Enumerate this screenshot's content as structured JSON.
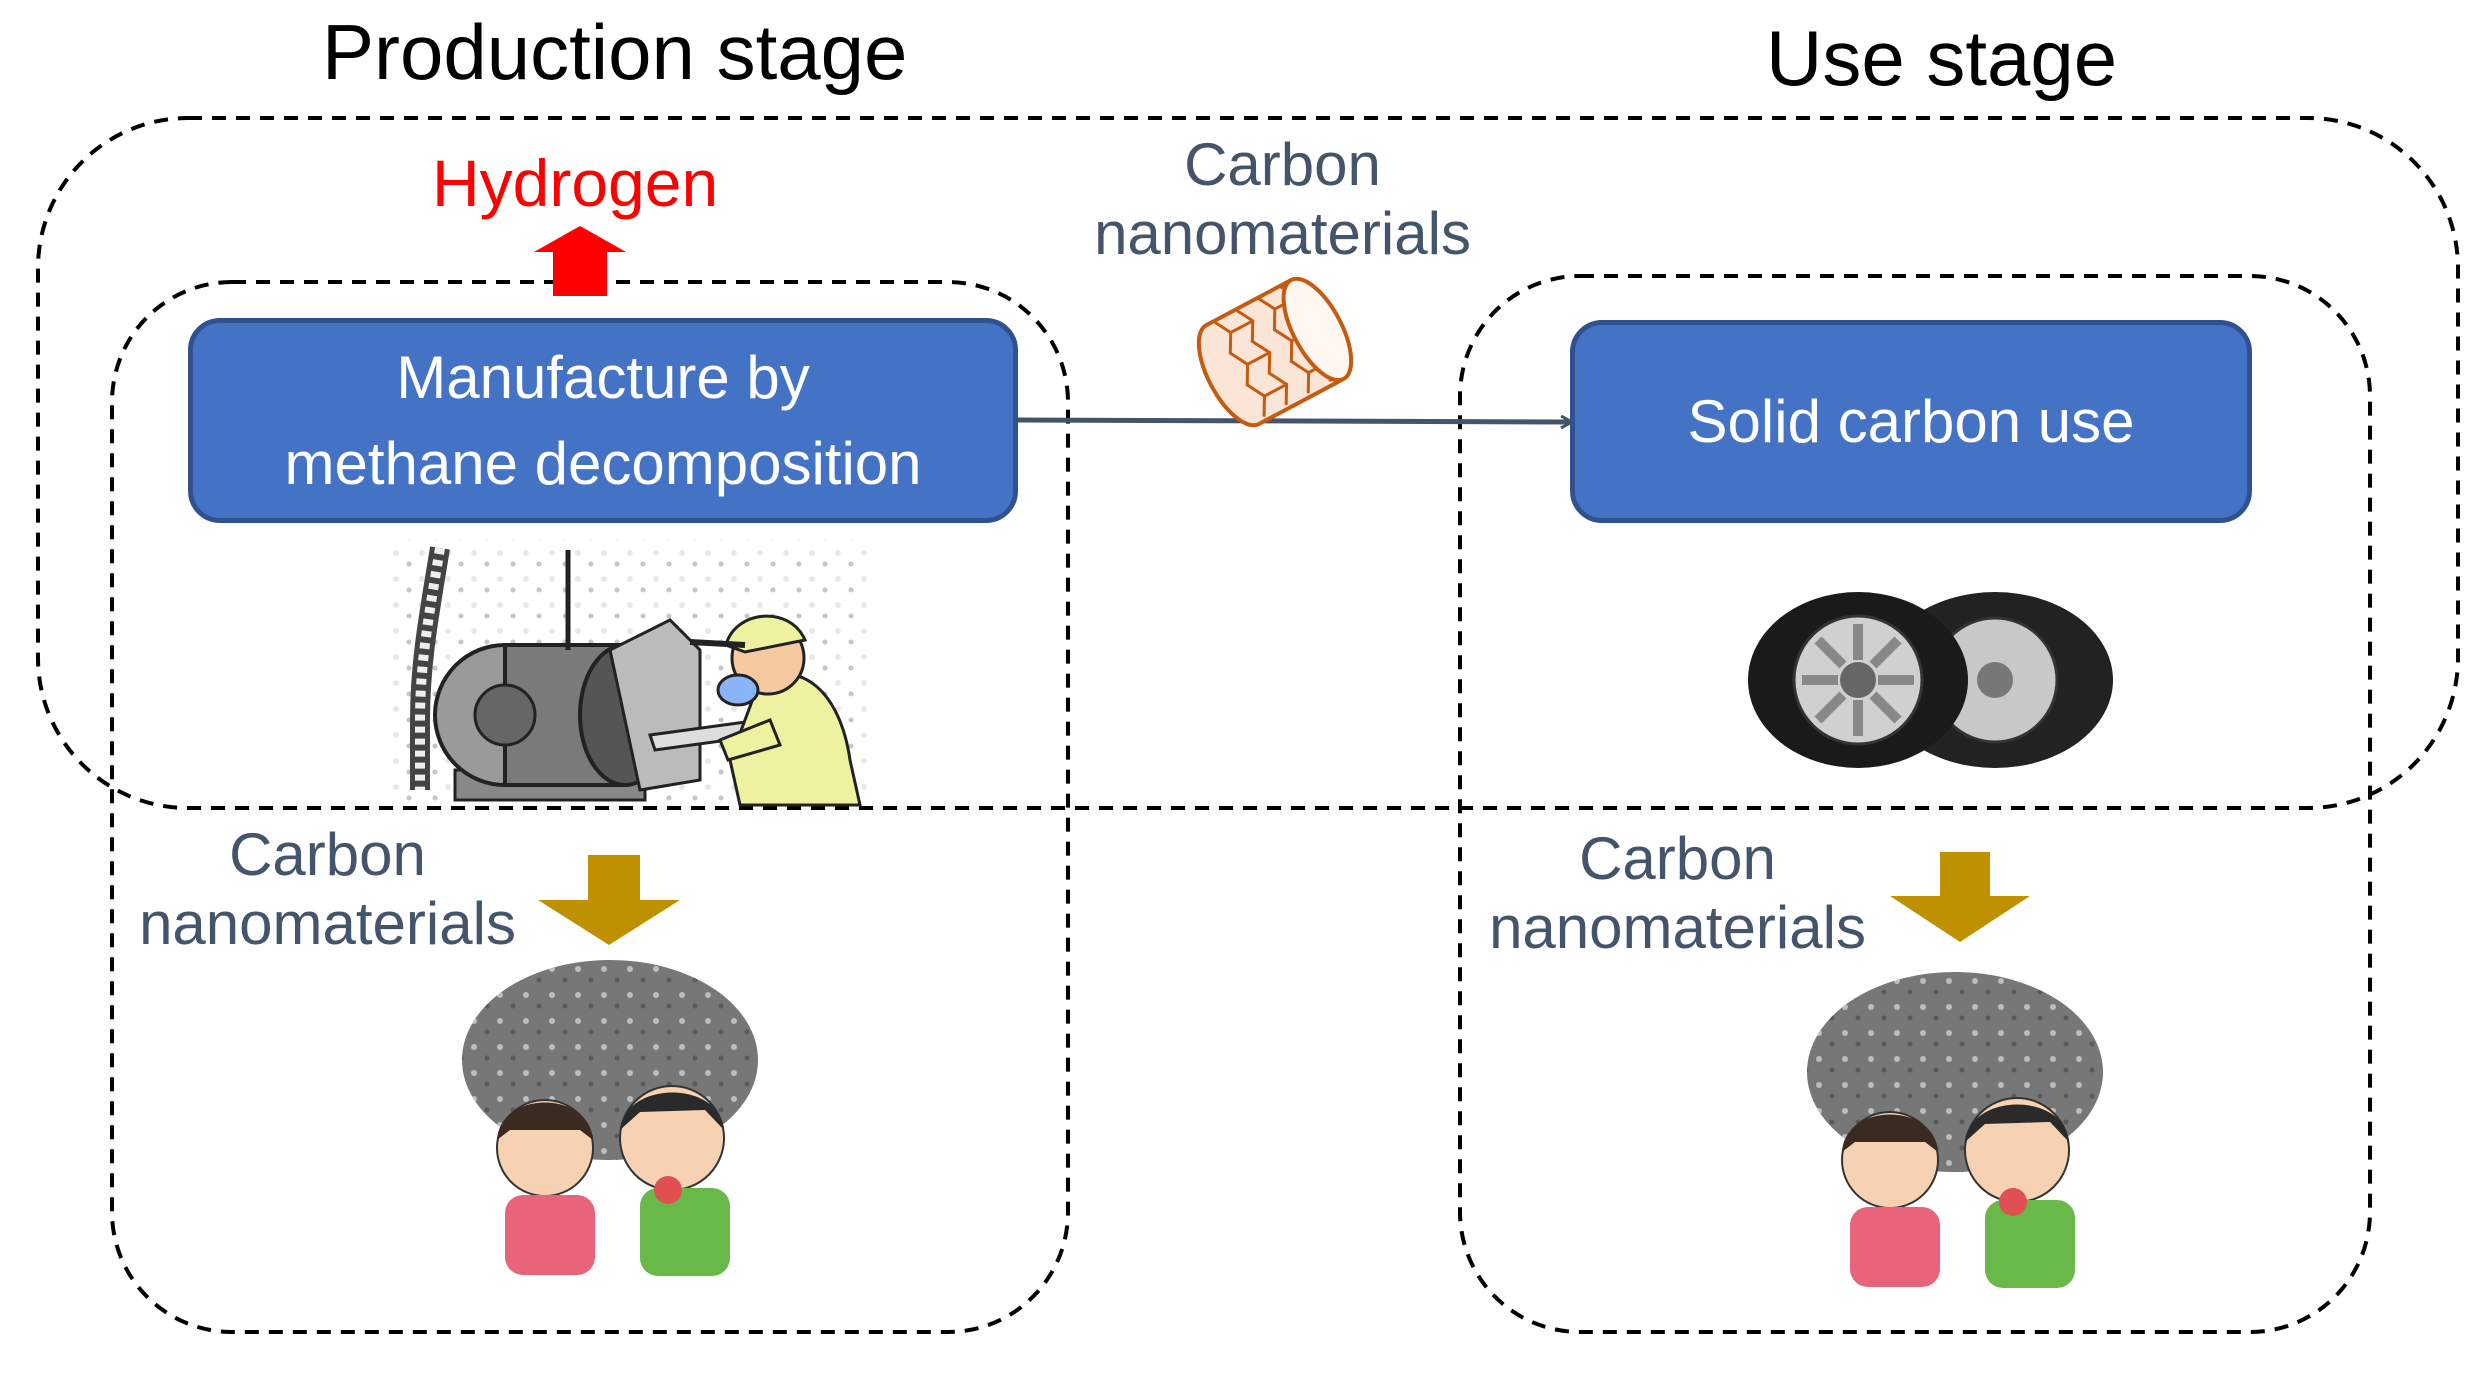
{
  "titles": {
    "production": "Production stage",
    "use": "Use stage"
  },
  "hydrogen": {
    "label": "Hydrogen"
  },
  "transfer": {
    "line1": "Carbon",
    "line2": "nanomaterials"
  },
  "manufacture": {
    "line1": "Manufacture by",
    "line2": "methane decomposition"
  },
  "solid_use": {
    "label": "Solid carbon use"
  },
  "release_production": {
    "line1": "Carbon",
    "line2": "nanomaterials"
  },
  "release_use": {
    "line1": "Carbon",
    "line2": "nanomaterials"
  },
  "colors": {
    "box_fill": "#4472c4",
    "box_border": "#2f528f",
    "hydrogen_text": "#ff0000",
    "hydrogen_arrow": "#ff0000",
    "release_arrow": "#bf9000",
    "label_text": "#44546a",
    "connector": "#44546a",
    "nanotube": "#c55a11"
  },
  "icons": {
    "machine": "grinding-machine-worker-icon",
    "tires": "tires-icon",
    "dust_people": "dust-cloud-people-icon",
    "nanotube": "carbon-nanotube-icon"
  }
}
